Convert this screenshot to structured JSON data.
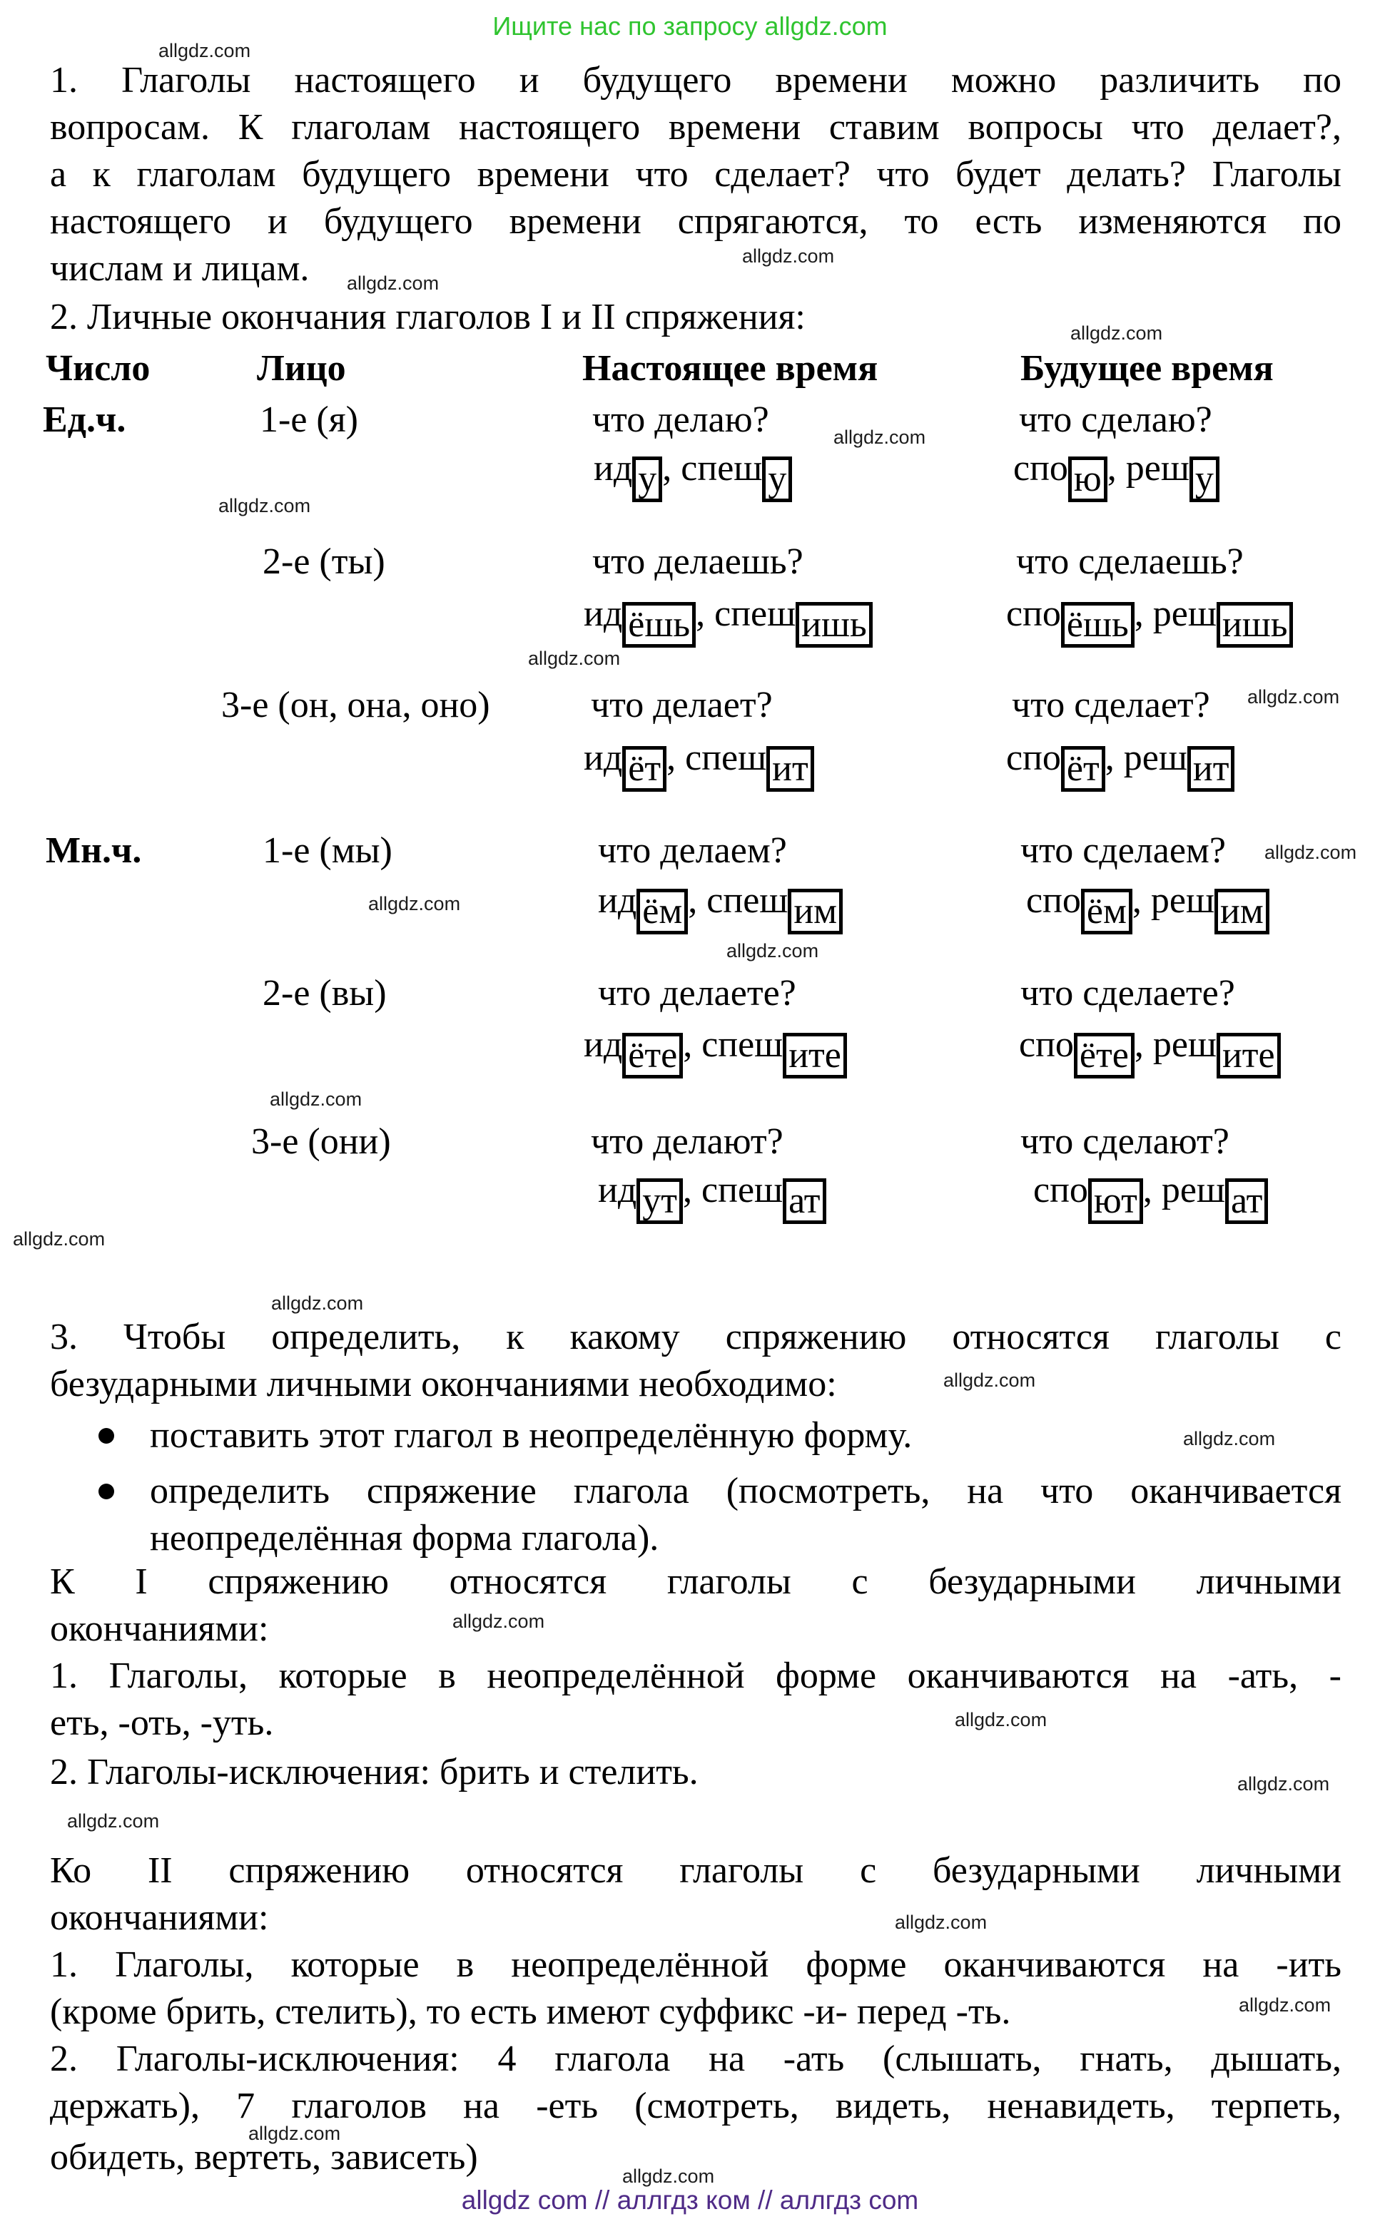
{
  "promo": {
    "text": "Ищите нас по запросу allgdz.com",
    "color": "#2fc42f"
  },
  "watermark": {
    "label": "allgdz.com"
  },
  "footer": {
    "text": "allgdz com // аллгдз ком // аллгдз com",
    "color": "#4f2b87"
  },
  "paragraph1": {
    "lines": [
      "1. Глаголы настоящего и будущего времени можно различить по",
      "вопросам. К глаголам настоящего времени ставим вопросы что делает?,",
      "а к глаголам будущего времени что сделает? что будет делать? Глаголы",
      "настоящего и будущего времени спрягаются, то есть изменяются по",
      "числам и лицам."
    ]
  },
  "section2": {
    "title": "2. Личные окончания глаголов I и II спряжения:"
  },
  "table": {
    "separator": ", ",
    "headers": [
      "Число",
      "Лицо",
      "Настоящее время",
      "Будущее время"
    ],
    "rows": [
      {
        "number": "Ед.ч.",
        "person": "1-е (я)",
        "present_question": "что делаю?",
        "future_question": "что сделаю?",
        "present_verbs": [
          {
            "stem": "ид",
            "ending": "у"
          },
          {
            "stem": "спеш",
            "ending": "у"
          }
        ],
        "future_verbs": [
          {
            "stem": "спо",
            "ending": "ю"
          },
          {
            "stem": "реш",
            "ending": "у"
          }
        ]
      },
      {
        "number": "",
        "person": "2-е (ты)",
        "present_question": "что делаешь?",
        "future_question": "что сделаешь?",
        "present_verbs": [
          {
            "stem": "ид",
            "ending": "ёшь"
          },
          {
            "stem": "спеш",
            "ending": "ишь"
          }
        ],
        "future_verbs": [
          {
            "stem": "спо",
            "ending": "ёшь"
          },
          {
            "stem": "реш",
            "ending": "ишь"
          }
        ]
      },
      {
        "number": "",
        "person": "3-е (он, она, оно)",
        "present_question": "что делает?",
        "future_question": "что сделает?",
        "present_verbs": [
          {
            "stem": "ид",
            "ending": "ёт"
          },
          {
            "stem": "спеш",
            "ending": "ит"
          }
        ],
        "future_verbs": [
          {
            "stem": "спо",
            "ending": "ёт"
          },
          {
            "stem": "реш",
            "ending": "ит"
          }
        ]
      },
      {
        "number": "Мн.ч.",
        "person": "1-е (мы)",
        "present_question": "что делаем?",
        "future_question": "что сделаем?",
        "present_verbs": [
          {
            "stem": "ид",
            "ending": "ём"
          },
          {
            "stem": "спеш",
            "ending": "им"
          }
        ],
        "future_verbs": [
          {
            "stem": "спо",
            "ending": "ём"
          },
          {
            "stem": "реш",
            "ending": "им"
          }
        ]
      },
      {
        "number": "",
        "person": "2-е (вы)",
        "present_question": "что делаете?",
        "future_question": "что сделаете?",
        "present_verbs": [
          {
            "stem": "ид",
            "ending": "ёте"
          },
          {
            "stem": "спеш",
            "ending": "ите"
          }
        ],
        "future_verbs": [
          {
            "stem": "спо",
            "ending": "ёте"
          },
          {
            "stem": "реш",
            "ending": "ите"
          }
        ]
      },
      {
        "number": "",
        "person": "3-е (они)",
        "present_question": "что делают?",
        "future_question": "что сделают?",
        "present_verbs": [
          {
            "stem": "ид",
            "ending": "ут"
          },
          {
            "stem": "спеш",
            "ending": "ат"
          }
        ],
        "future_verbs": [
          {
            "stem": "спо",
            "ending": "ют"
          },
          {
            "stem": "реш",
            "ending": "ат"
          }
        ]
      }
    ]
  },
  "section3": {
    "lines": [
      "3. Чтобы определить, к какому спряжению относятся глаголы с",
      "безударными личными окончаниями необходимо:"
    ],
    "bullets": [
      {
        "lines": [
          "поставить этот глагол в неопределённую форму."
        ]
      },
      {
        "lines": [
          "определить спряжение глагола (посмотреть, на что оканчивается",
          "неопределённая форма глагола)."
        ]
      }
    ]
  },
  "conjugation1": {
    "lines": [
      "К I спряжению относятся глаголы с безударными личными",
      "окончаниями:"
    ],
    "items": [
      {
        "lines": [
          "1. Глаголы, которые в неопределённой форме оканчиваются на -ать, -",
          "еть, -оть, -уть."
        ]
      },
      {
        "lines": [
          "2. Глаголы-исключения: брить и стелить."
        ]
      }
    ]
  },
  "conjugation2": {
    "lines": [
      "Ко II спряжению относятся глаголы с безударными личными",
      "окончаниями:"
    ],
    "items": [
      {
        "lines": [
          "1. Глаголы, которые в неопределённой форме оканчиваются на -ить",
          "(кроме брить, стелить), то есть имеют суффикс -и- перед -ть."
        ]
      },
      {
        "lines": [
          "2. Глаголы-исключения: 4 глагола на -ать (слышать, гнать, дышать,",
          "держать), 7 глаголов на -еть (смотреть, видеть, ненавидеть, терпеть,",
          "обидеть, вертеть, зависеть)"
        ]
      }
    ]
  }
}
